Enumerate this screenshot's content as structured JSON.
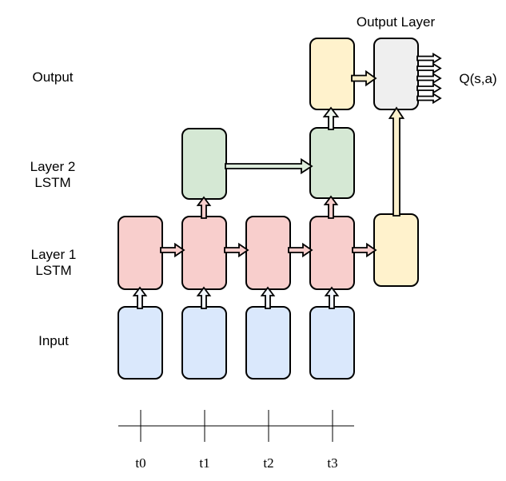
{
  "row_labels": {
    "output": "Output",
    "layer2": [
      "Layer 2",
      "LSTM"
    ],
    "layer1": [
      "Layer 1",
      "LSTM"
    ],
    "input": "Input"
  },
  "annotations": {
    "output_layer_title": "Output Layer",
    "q_label": "Q(s,a)"
  },
  "timeline": {
    "tick_labels": [
      "t0",
      "t1",
      "t2",
      "t3"
    ]
  },
  "palette": {
    "input_blue": "#DAE8FC",
    "lstm_pink": "#F8CECC",
    "lstm_green": "#D5E8D4",
    "output_yellow": "#FFF2CC",
    "output_layer_gray": "#EFEFEF",
    "stroke": "#000000",
    "arrow_pale_blue": "#F2F6FD",
    "arrow_pale_green": "#DDECDC",
    "arrow_pale_green_light": "#EEF5ED",
    "arrow_cream": "#F9EFCB",
    "arrow_white": "#FFFFFF"
  },
  "nodes": [
    {
      "id": "input-t0",
      "color_key": "input_blue"
    },
    {
      "id": "input-t1",
      "color_key": "input_blue"
    },
    {
      "id": "input-t2",
      "color_key": "input_blue"
    },
    {
      "id": "input-t3",
      "color_key": "input_blue"
    },
    {
      "id": "layer1-lstm-t0",
      "color_key": "lstm_pink"
    },
    {
      "id": "layer1-lstm-t1",
      "color_key": "lstm_pink"
    },
    {
      "id": "layer1-lstm-t2",
      "color_key": "lstm_pink"
    },
    {
      "id": "layer1-lstm-t3",
      "color_key": "lstm_pink"
    },
    {
      "id": "layer2-lstm-t1",
      "color_key": "lstm_green"
    },
    {
      "id": "layer2-lstm-t3",
      "color_key": "lstm_green"
    },
    {
      "id": "output-t3",
      "color_key": "output_yellow"
    },
    {
      "id": "output-from-layer1",
      "color_key": "output_yellow"
    },
    {
      "id": "output-layer",
      "color_key": "output_layer_gray"
    }
  ]
}
